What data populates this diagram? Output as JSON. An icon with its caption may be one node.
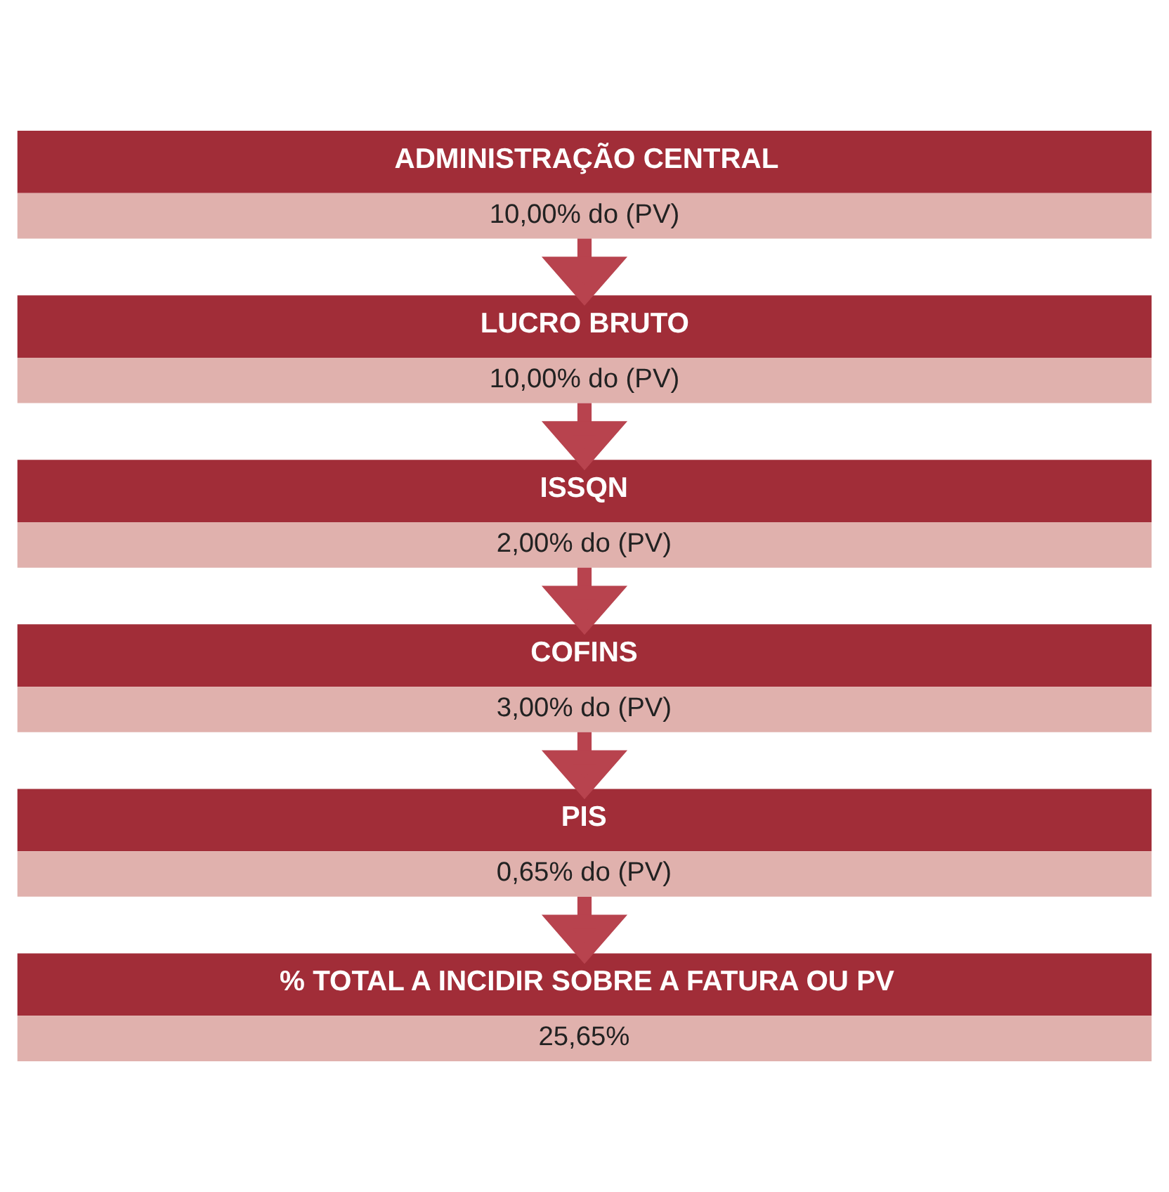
{
  "diagram": {
    "nodes": [
      {
        "text": [
          "ADMINISTRAÇÃO CENTRAL",
          "10,00% do (PV)"
        ]
      },
      {
        "text": [
          "LUCRO BRUTO",
          "10,00% do (PV)"
        ]
      },
      {
        "text": [
          "ISSQN",
          "2,00% do (PV)"
        ]
      },
      {
        "text": [
          "COFINS",
          "3,00% do (PV)"
        ]
      },
      {
        "text": [
          "PIS",
          "0,65% do (PV)"
        ]
      },
      {
        "text": [
          "% TOTAL A INCIDIR SOBRE A FATURA OU PV",
          "25,65%"
        ]
      }
    ],
    "edges": [
      {
        "from": 0,
        "to": 1,
        "arrow": "to"
      },
      {
        "from": 1,
        "to": 2,
        "arrow": "to"
      },
      {
        "from": 2,
        "to": 3,
        "arrow": "to"
      },
      {
        "from": 3,
        "to": 4,
        "arrow": "to"
      },
      {
        "from": 4,
        "to": 5,
        "arrow": "to"
      }
    ]
  }
}
